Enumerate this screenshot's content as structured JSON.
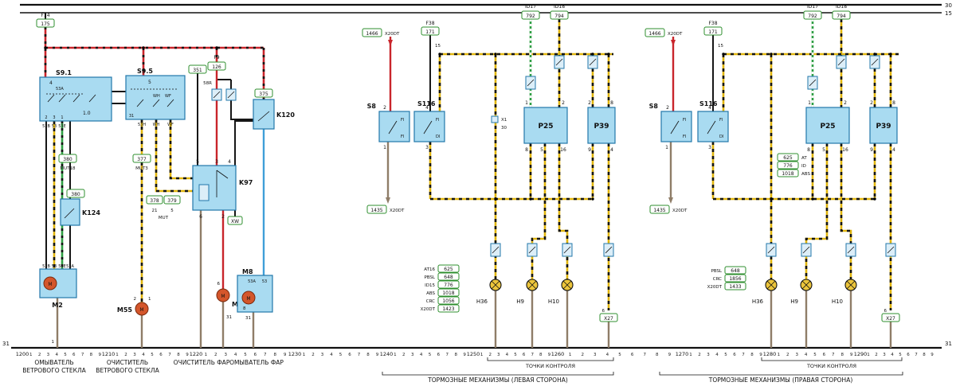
{
  "rails": {
    "r30": "30",
    "r15": "15",
    "r31_left": "31",
    "r31_right": "31"
  },
  "scale": {
    "decades": [
      "1200",
      "1210",
      "1220",
      "1230",
      "1240",
      "1250",
      "1260",
      "1270",
      "1280",
      "1290"
    ],
    "ticks": [
      "1",
      "2",
      "3",
      "4",
      "5",
      "6",
      "7",
      "8",
      "9"
    ]
  },
  "footer": {
    "washer_ws_1": "ОМЫВАТЕЛЬ",
    "washer_ws_2": "ВЕТРОВОГО СТЕКЛА",
    "wiper_ws_1": "ОЧИСТИТЕЛЬ",
    "wiper_ws_2": "ВЕТРОВОГО СТЕКЛА",
    "wiper_hl": "ОЧИСТИТЕЛЬ ФАР",
    "washer_hl": "ОМЫВАТЕЛЬ ФАР",
    "control_points_left": "ТОЧКИ КОНТРОЛЯ",
    "control_points_right": "ТОЧКИ КОНТРОЛЯ",
    "brakes_left": "ТОРМОЗНЫЕ МЕХАНИЗМЫ (ЛЕВАЯ СТОРОНА)",
    "brakes_right": "ТОРМОЗНЫЕ МЕХАНИЗМЫ (ПРАВАЯ СТОРОНА)"
  },
  "left": {
    "f14": {
      "label": "F14",
      "tag": "175"
    },
    "s91": {
      "label": "S9.1",
      "pin_top": "4",
      "inner_a": "53A",
      "inner_b": "1.0",
      "pins_bottom": [
        "53B",
        "53",
        "53E"
      ],
      "nums_bottom": [
        "2",
        "3",
        "1"
      ]
    },
    "s95": {
      "label": "S9.5",
      "pin_top": "5",
      "inner_a": "WH",
      "inner_b": "WF",
      "pins_bottom": [
        "53H",
        "WH",
        "WF"
      ],
      "num_31": "31"
    },
    "f9": {
      "label": "F9",
      "tag": "126",
      "term": "58R"
    },
    "tag351": "351",
    "k120": {
      "label": "K120",
      "tag": "375"
    },
    "k97": {
      "label": "K97",
      "pins_top": [
        "5",
        "3",
        "4"
      ],
      "pins_bottom": [
        "6",
        "2"
      ]
    },
    "k124": {
      "label": "K124",
      "tag": "380"
    },
    "mut18": {
      "tag": "380",
      "label": "MUT18"
    },
    "mut3": {
      "tag": "377",
      "label": "MUT3"
    },
    "mut": {
      "tag_a": "378",
      "tag_b": "379",
      "num_a": "21",
      "num_b": "5",
      "label": "MUT"
    },
    "m2": {
      "label": "M2",
      "m": "M",
      "pins_top": [
        "53B",
        "53",
        "53E",
        "53A"
      ],
      "pin_gnd": "1"
    },
    "m55a": {
      "label": "M55",
      "m": "M",
      "pin_a": "2",
      "pin_b": "1"
    },
    "m55b": {
      "label": "M55",
      "m": "M",
      "pin_top": "6",
      "pin_gnd": "31"
    },
    "m8": {
      "label": "M8",
      "m": "M",
      "pin_a": "53A",
      "pin_b": "53",
      "pin_c": "8",
      "pin_gnd": "31"
    },
    "xw": "XW"
  },
  "mid": {
    "in_x20dt": {
      "tag": "1466",
      "label": "X20DT"
    },
    "f38": {
      "label": "F38",
      "tag": "171",
      "term": "15"
    },
    "id17": {
      "label": "ID17",
      "tag": "792"
    },
    "id18": {
      "label": "ID18",
      "tag": "794"
    },
    "s8": {
      "label": "S8",
      "pin_top": "2",
      "inner_top": "FI",
      "pin_bottom": "1",
      "inner_bottom": "FI"
    },
    "s116": {
      "label": "S116",
      "pin_top": "4",
      "inner_top": "FI",
      "pin_bottom": "3",
      "inner_bottom": "DI"
    },
    "x1": {
      "label": "X1",
      "pin": "30"
    },
    "p25": {
      "label": "P25",
      "pins_top": [
        "1",
        "2"
      ],
      "pins_bottom": [
        "8",
        "5",
        "16"
      ]
    },
    "p39": {
      "label": "P39",
      "pins_top": [
        "2",
        "8"
      ],
      "pins_bottom": [
        "9",
        "4"
      ]
    },
    "out_x20dt": {
      "tag": "1435",
      "label": "X20DT"
    },
    "variants": [
      {
        "label": "AT16",
        "tag": "625"
      },
      {
        "label": "PBSL",
        "tag": "648"
      },
      {
        "label": "ID15",
        "tag": "776"
      },
      {
        "label": "ABS",
        "tag": "1018"
      },
      {
        "label": "CRC",
        "tag": "1056"
      },
      {
        "label": "X20DT",
        "tag": "1423"
      }
    ],
    "lamps": [
      {
        "label": "H36"
      },
      {
        "label": "H9"
      },
      {
        "label": "H10"
      }
    ],
    "x27": {
      "pin": "6",
      "tag": "X27"
    }
  },
  "right": {
    "in_x20dt": {
      "tag": "1466",
      "label": "X20DT"
    },
    "f38": {
      "label": "F38",
      "tag": "171",
      "term": "15"
    },
    "id17": {
      "label": "ID17",
      "tag": "792"
    },
    "id18": {
      "label": "ID18",
      "tag": "794"
    },
    "s8": {
      "label": "S8",
      "pin_top": "2",
      "inner_top": "FI",
      "pin_bottom": "1",
      "inner_bottom": "FI"
    },
    "s116": {
      "label": "S116",
      "pin_top": "4",
      "inner_top": "FI",
      "pin_bottom": "3",
      "inner_bottom": "DI"
    },
    "p25": {
      "label": "P25",
      "pins_top": [
        "1",
        "2"
      ],
      "pins_bottom": [
        "8",
        "5",
        "16"
      ]
    },
    "p39": {
      "label": "P39",
      "pins_top": [
        "2",
        "8"
      ],
      "pins_bottom": [
        "9",
        "4"
      ]
    },
    "out_x20dt": {
      "tag": "1435",
      "label": "X20DT"
    },
    "variants_top": [
      {
        "tag": "625",
        "label": "AT"
      },
      {
        "tag": "776",
        "label": "ID"
      },
      {
        "tag": "1018",
        "label": "ABS"
      }
    ],
    "variants": [
      {
        "label": "PBSL",
        "tag": "648"
      },
      {
        "label": "CRC",
        "tag": "1856"
      },
      {
        "label": "X20DT",
        "tag": "1433"
      }
    ],
    "lamps": [
      {
        "label": "H36"
      },
      {
        "label": "H9"
      },
      {
        "label": "H10"
      }
    ],
    "x27": {
      "pin": "6",
      "tag": "X27"
    }
  }
}
